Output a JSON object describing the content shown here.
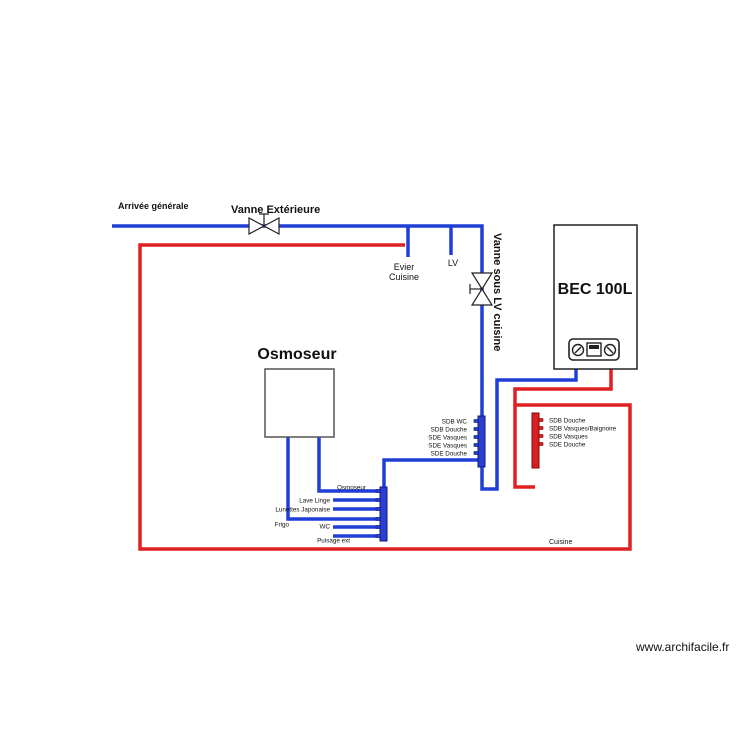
{
  "colors": {
    "cold": "#1f3fd6",
    "hot": "#e02020",
    "cold_manifold": "#2a3fd0",
    "hot_manifold": "#d81f1f",
    "outline": "#222222"
  },
  "labels": {
    "arrivee": "Arrivée générale",
    "vanne_ext": "Vanne Extérieure",
    "evier_1": "Evier",
    "evier_2": "Cuisine",
    "lv": "LV",
    "vanne_lv": "Vanne sous LV cuisine",
    "bec": "BEC 100L",
    "osmoseur_title": "Osmoseur",
    "cuisine_hot": "Cuisine",
    "watermark": "www.archifacile.fr"
  },
  "manifold_cold_top": [
    "SDB WC",
    "SDB Douche",
    "SDE Vasques",
    "SDE Vasques",
    "SDE Douche"
  ],
  "manifold_hot": [
    "SDB Douche",
    "SDB Vasques/Baignoire",
    "SDB Vasques",
    "SDE Douche"
  ],
  "manifold_cold_bottom": [
    "Osmoseur",
    "Lave Linge",
    "Lunettes Japonaise",
    "Frigo",
    "WC",
    "Puisage ext"
  ],
  "icons": {
    "valve": "valve-icon",
    "boiler_panel": "boiler-control-icon"
  }
}
